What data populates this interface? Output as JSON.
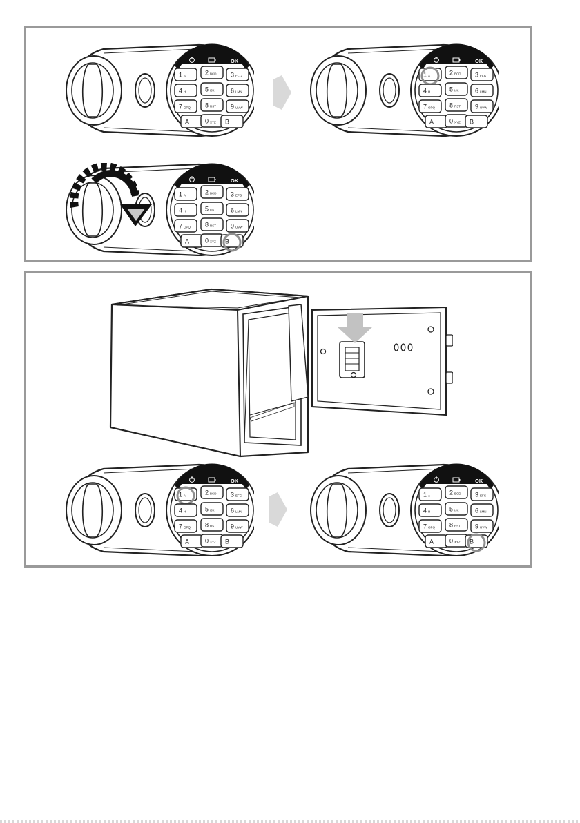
{
  "colors": {
    "panel_border": "#9a9a9a",
    "line": "#222222",
    "highlight": "#8f8f8f",
    "arrow_fill": "#d9d9d9",
    "keypad_band": "#111111"
  },
  "keypad": {
    "status_icons": [
      "power-icon",
      "battery-icon"
    ],
    "status_ok": "OK",
    "keys": [
      {
        "num": "1",
        "sub": "A"
      },
      {
        "num": "2",
        "sub": "BCD"
      },
      {
        "num": "3",
        "sub": "EFG"
      },
      {
        "num": "4",
        "sub": "H"
      },
      {
        "num": "5",
        "sub": "IJK"
      },
      {
        "num": "6",
        "sub": "LMN"
      },
      {
        "num": "7",
        "sub": "OPQ"
      },
      {
        "num": "8",
        "sub": "RST"
      },
      {
        "num": "9",
        "sub": "UVW"
      },
      {
        "num": "A",
        "sub": ""
      },
      {
        "num": "0",
        "sub": "XYZ"
      },
      {
        "num": "B",
        "sub": ""
      }
    ]
  },
  "steps": {
    "top_row": [
      {
        "highlight_key": null
      },
      {
        "highlight_key": "1"
      }
    ],
    "top_second_row": [
      {
        "highlight_key": "B",
        "rotate_knob": true
      }
    ],
    "bottom_row": [
      {
        "highlight_key": "1"
      },
      {
        "highlight_key": "B"
      }
    ]
  },
  "safe": {
    "door_open": true,
    "reset_button_pressed": true
  }
}
